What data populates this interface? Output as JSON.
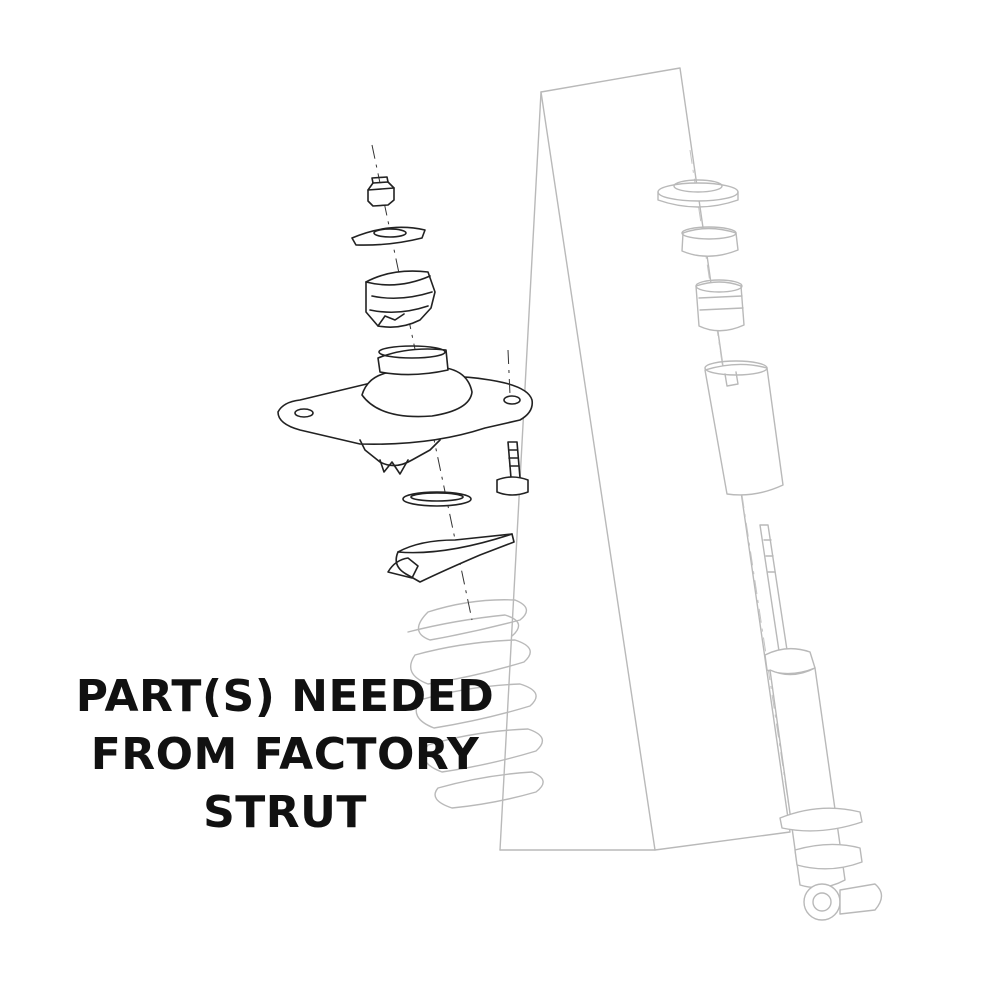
{
  "diagram": {
    "caption_lines": [
      "PART(S) NEEDED",
      "FROM FACTORY",
      "STRUT"
    ],
    "colors": {
      "needed_parts": "#222222",
      "other_parts": "#b9b9b9",
      "caption": "#111111"
    }
  }
}
